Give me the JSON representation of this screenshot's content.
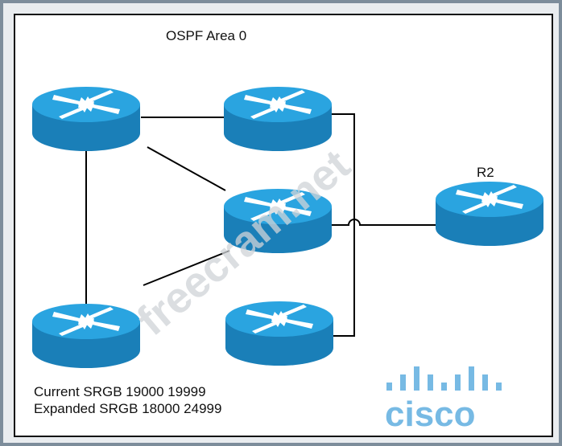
{
  "diagram": {
    "title": "OSPF Area 0",
    "r2_label": "R2",
    "srgb_current": "Current SRGB 19000  19999",
    "srgb_expanded": "Expanded SRGB 18000 24999",
    "watermark": "freecram.net",
    "logo_text": "cisco",
    "colors": {
      "router_top": "#1e9ad6",
      "router_side": "#1a7fb8",
      "line": "#000000",
      "watermark": "#4aa3dc"
    }
  }
}
